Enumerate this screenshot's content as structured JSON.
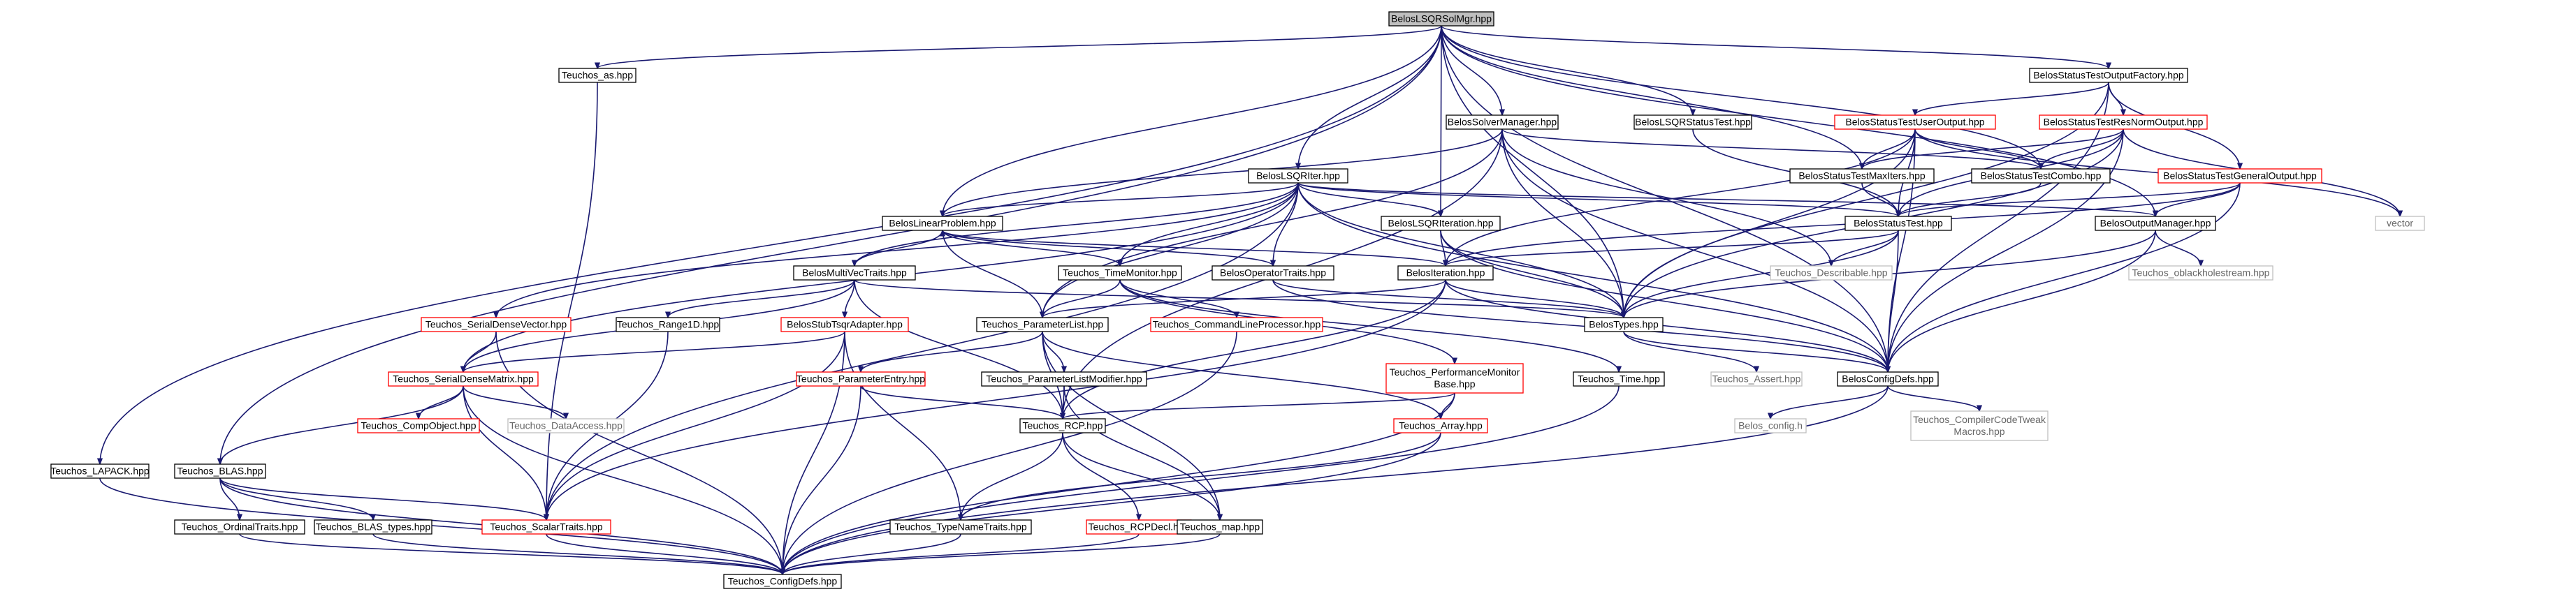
{
  "colors": {
    "edge": "#191970",
    "node_border": "#000000",
    "incomplete_border": "#ff0000",
    "external_border": "#bfbfbf",
    "root_fill": "#bfbfbf"
  },
  "nodes": [
    {
      "id": "root",
      "label": "BelosLSQRSolMgr.hpp",
      "style": "root"
    },
    {
      "id": "as",
      "label": "Teuchos_as.hpp",
      "style": "black"
    },
    {
      "id": "lapack",
      "label": "Teuchos_LAPACK.hpp",
      "style": "black"
    },
    {
      "id": "blas",
      "label": "Teuchos_BLAS.hpp",
      "style": "black"
    },
    {
      "id": "solvermgr",
      "label": "BelosSolverManager.hpp",
      "style": "black"
    },
    {
      "id": "lsqrstatus",
      "label": "BelosLSQRStatusTest.hpp",
      "style": "black"
    },
    {
      "id": "factory",
      "label": "BelosStatusTestOutputFactory.hpp",
      "style": "black"
    },
    {
      "id": "useroutput",
      "label": "BelosStatusTestUserOutput.hpp",
      "style": "red"
    },
    {
      "id": "resnorm",
      "label": "BelosStatusTestResNormOutput.hpp",
      "style": "red"
    },
    {
      "id": "lsqriter",
      "label": "BelosLSQRIter.hpp",
      "style": "black"
    },
    {
      "id": "maxiters",
      "label": "BelosStatusTestMaxIters.hpp",
      "style": "black"
    },
    {
      "id": "combo",
      "label": "BelosStatusTestCombo.hpp",
      "style": "black"
    },
    {
      "id": "generaloutput",
      "label": "BelosStatusTestGeneralOutput.hpp",
      "style": "red"
    },
    {
      "id": "linearproblem",
      "label": "BelosLinearProblem.hpp",
      "style": "black"
    },
    {
      "id": "lsqriteration",
      "label": "BelosLSQRIteration.hpp",
      "style": "black"
    },
    {
      "id": "statustest",
      "label": "BelosStatusTest.hpp",
      "style": "black"
    },
    {
      "id": "vector",
      "label": "vector",
      "style": "gray"
    },
    {
      "id": "outputmgr",
      "label": "BelosOutputManager.hpp",
      "style": "black"
    },
    {
      "id": "timemonitor",
      "label": "Teuchos_TimeMonitor.hpp",
      "style": "black"
    },
    {
      "id": "operatortraits",
      "label": "BelosOperatorTraits.hpp",
      "style": "black"
    },
    {
      "id": "multivectraits",
      "label": "BelosMultiVecTraits.hpp",
      "style": "black"
    },
    {
      "id": "iteration",
      "label": "BelosIteration.hpp",
      "style": "black"
    },
    {
      "id": "describable",
      "label": "Teuchos_Describable.hpp",
      "style": "gray"
    },
    {
      "id": "oblackhole",
      "label": "Teuchos_oblackholestream.hpp",
      "style": "gray"
    },
    {
      "id": "serialdensevector",
      "label": "Teuchos_SerialDenseVector.hpp",
      "style": "red"
    },
    {
      "id": "range1d",
      "label": "Teuchos_Range1D.hpp",
      "style": "black"
    },
    {
      "id": "stubtsqr",
      "label": "BelosStubTsqrAdapter.hpp",
      "style": "red"
    },
    {
      "id": "parameterlist",
      "label": "Teuchos_ParameterList.hpp",
      "style": "black"
    },
    {
      "id": "cmdline",
      "label": "Teuchos_CommandLineProcessor.hpp",
      "style": "red"
    },
    {
      "id": "belostypes",
      "label": "BelosTypes.hpp",
      "style": "black"
    },
    {
      "id": "serialdensematrix",
      "label": "Teuchos_SerialDenseMatrix.hpp",
      "style": "red"
    },
    {
      "id": "paramentry",
      "label": "Teuchos_ParameterEntry.hpp",
      "style": "red"
    },
    {
      "id": "parammodifier",
      "label": "Teuchos_ParameterListModifier.hpp",
      "style": "black"
    },
    {
      "id": "perfmonitor",
      "label": "Teuchos_PerformanceMonitor\nBase.hpp",
      "style": "red"
    },
    {
      "id": "time",
      "label": "Teuchos_Time.hpp",
      "style": "black"
    },
    {
      "id": "assert",
      "label": "Teuchos_Assert.hpp",
      "style": "gray"
    },
    {
      "id": "belosconfig",
      "label": "BelosConfigDefs.hpp",
      "style": "black"
    },
    {
      "id": "compobject",
      "label": "Teuchos_CompObject.hpp",
      "style": "red"
    },
    {
      "id": "dataaccess",
      "label": "Teuchos_DataAccess.hpp",
      "style": "gray"
    },
    {
      "id": "rcp",
      "label": "Teuchos_RCP.hpp",
      "style": "black"
    },
    {
      "id": "array",
      "label": "Teuchos_Array.hpp",
      "style": "red"
    },
    {
      "id": "belosconfigh",
      "label": "Belos_config.h",
      "style": "gray"
    },
    {
      "id": "compilertweak",
      "label": "Teuchos_CompilerCodeTweak\nMacros.hpp",
      "style": "gray"
    },
    {
      "id": "ordinaltraits",
      "label": "Teuchos_OrdinalTraits.hpp",
      "style": "black"
    },
    {
      "id": "blastypes",
      "label": "Teuchos_BLAS_types.hpp",
      "style": "black"
    },
    {
      "id": "scalartraits",
      "label": "Teuchos_ScalarTraits.hpp",
      "style": "red"
    },
    {
      "id": "typenametraits",
      "label": "Teuchos_TypeNameTraits.hpp",
      "style": "black"
    },
    {
      "id": "rcpdecl",
      "label": "Teuchos_RCPDecl.hpp",
      "style": "red"
    },
    {
      "id": "map",
      "label": "Teuchos_map.hpp",
      "style": "black"
    },
    {
      "id": "teuchosconfig",
      "label": "Teuchos_ConfigDefs.hpp",
      "style": "black"
    }
  ],
  "edges": [
    [
      "root",
      "as"
    ],
    [
      "root",
      "lapack"
    ],
    [
      "root",
      "blas"
    ],
    [
      "root",
      "solvermgr"
    ],
    [
      "root",
      "lsqrstatus"
    ],
    [
      "root",
      "factory"
    ],
    [
      "root",
      "lsqriter"
    ],
    [
      "root",
      "linearproblem"
    ],
    [
      "root",
      "lsqriteration"
    ],
    [
      "root",
      "maxiters"
    ],
    [
      "root",
      "combo"
    ],
    [
      "root",
      "belostypes"
    ],
    [
      "root",
      "belosconfig"
    ],
    [
      "root",
      "outputmgr"
    ],
    [
      "as",
      "scalartraits"
    ],
    [
      "lapack",
      "teuchosconfig"
    ],
    [
      "blas",
      "ordinaltraits"
    ],
    [
      "blas",
      "blastypes"
    ],
    [
      "blas",
      "scalartraits"
    ],
    [
      "blas",
      "teuchosconfig"
    ],
    [
      "solvermgr",
      "linearproblem"
    ],
    [
      "solvermgr",
      "combo"
    ],
    [
      "solvermgr",
      "describable"
    ],
    [
      "solvermgr",
      "belostypes"
    ],
    [
      "solvermgr",
      "belosconfig"
    ],
    [
      "solvermgr",
      "rcp"
    ],
    [
      "solvermgr",
      "parameterlist"
    ],
    [
      "lsqrstatus",
      "statustest"
    ],
    [
      "factory",
      "useroutput"
    ],
    [
      "factory",
      "resnorm"
    ],
    [
      "factory",
      "generaloutput"
    ],
    [
      "factory",
      "belostypes"
    ],
    [
      "factory",
      "belosconfig"
    ],
    [
      "useroutput",
      "iteration"
    ],
    [
      "useroutput",
      "maxiters"
    ],
    [
      "useroutput",
      "combo"
    ],
    [
      "useroutput",
      "statustest"
    ],
    [
      "useroutput",
      "vector"
    ],
    [
      "useroutput",
      "belosconfig"
    ],
    [
      "useroutput",
      "belostypes"
    ],
    [
      "resnorm",
      "maxiters"
    ],
    [
      "resnorm",
      "combo"
    ],
    [
      "resnorm",
      "statustest"
    ],
    [
      "resnorm",
      "vector"
    ],
    [
      "resnorm",
      "belosconfig"
    ],
    [
      "resnorm",
      "belostypes"
    ],
    [
      "generaloutput",
      "statustest"
    ],
    [
      "generaloutput",
      "outputmgr"
    ],
    [
      "generaloutput",
      "iteration"
    ],
    [
      "generaloutput",
      "belosconfig"
    ],
    [
      "lsqriter",
      "linearproblem"
    ],
    [
      "lsqriter",
      "lsqriteration"
    ],
    [
      "lsqriter",
      "statustest"
    ],
    [
      "lsqriter",
      "outputmgr"
    ],
    [
      "lsqriter",
      "timemonitor"
    ],
    [
      "lsqriter",
      "operatortraits"
    ],
    [
      "lsqriter",
      "multivectraits"
    ],
    [
      "lsqriter",
      "serialdensevector"
    ],
    [
      "lsqriter",
      "serialdensematrix"
    ],
    [
      "lsqriter",
      "scalartraits"
    ],
    [
      "lsqriter",
      "parameterlist"
    ],
    [
      "lsqriter",
      "belostypes"
    ],
    [
      "lsqriter",
      "belosconfig"
    ],
    [
      "maxiters",
      "statustest"
    ],
    [
      "combo",
      "statustest"
    ],
    [
      "linearproblem",
      "multivectraits"
    ],
    [
      "linearproblem",
      "operatortraits"
    ],
    [
      "linearproblem",
      "timemonitor"
    ],
    [
      "linearproblem",
      "parameterlist"
    ],
    [
      "lsqriteration",
      "iteration"
    ],
    [
      "lsqriteration",
      "belostypes"
    ],
    [
      "lsqriteration",
      "belosconfig"
    ],
    [
      "statustest",
      "iteration"
    ],
    [
      "statustest",
      "describable"
    ],
    [
      "statustest",
      "belostypes"
    ],
    [
      "statustest",
      "belosconfig"
    ],
    [
      "outputmgr",
      "oblackhole"
    ],
    [
      "outputmgr",
      "belostypes"
    ],
    [
      "outputmgr",
      "belosconfig"
    ],
    [
      "timemonitor",
      "parameterlist"
    ],
    [
      "timemonitor",
      "cmdline"
    ],
    [
      "timemonitor",
      "perfmonitor"
    ],
    [
      "timemonitor",
      "time"
    ],
    [
      "operatortraits",
      "belostypes"
    ],
    [
      "operatortraits",
      "belosconfig"
    ],
    [
      "multivectraits",
      "range1d"
    ],
    [
      "multivectraits",
      "stubtsqr"
    ],
    [
      "multivectraits",
      "serialdensematrix"
    ],
    [
      "multivectraits",
      "belostypes"
    ],
    [
      "multivectraits",
      "rcp"
    ],
    [
      "iteration",
      "linearproblem"
    ],
    [
      "iteration",
      "parameterlist"
    ],
    [
      "iteration",
      "belostypes"
    ],
    [
      "iteration",
      "belosconfig"
    ],
    [
      "iteration",
      "rcp"
    ],
    [
      "iteration",
      "scalartraits"
    ],
    [
      "serialdensevector",
      "serialdensematrix"
    ],
    [
      "serialdensevector",
      "teuchosconfig"
    ],
    [
      "range1d",
      "scalartraits"
    ],
    [
      "stubtsqr",
      "serialdensematrix"
    ],
    [
      "stubtsqr",
      "scalartraits"
    ],
    [
      "stubtsqr",
      "typenametraits"
    ],
    [
      "stubtsqr",
      "teuchosconfig"
    ],
    [
      "parameterlist",
      "paramentry"
    ],
    [
      "parameterlist",
      "parammodifier"
    ],
    [
      "parameterlist",
      "rcp"
    ],
    [
      "parameterlist",
      "array"
    ],
    [
      "parameterlist",
      "map"
    ],
    [
      "cmdline",
      "teuchosconfig"
    ],
    [
      "belostypes",
      "assert"
    ],
    [
      "belostypes",
      "belosconfig"
    ],
    [
      "serialdensematrix",
      "compobject"
    ],
    [
      "serialdensematrix",
      "dataaccess"
    ],
    [
      "serialdensematrix",
      "blas"
    ],
    [
      "serialdensematrix",
      "scalartraits"
    ],
    [
      "serialdensematrix",
      "teuchosconfig"
    ],
    [
      "paramentry",
      "rcp"
    ],
    [
      "paramentry",
      "teuchosconfig"
    ],
    [
      "parammodifier",
      "rcp"
    ],
    [
      "parammodifier",
      "map"
    ],
    [
      "perfmonitor",
      "rcp"
    ],
    [
      "perfmonitor",
      "array"
    ],
    [
      "perfmonitor",
      "teuchosconfig"
    ],
    [
      "time",
      "teuchosconfig"
    ],
    [
      "belosconfig",
      "belosconfigh"
    ],
    [
      "belosconfig",
      "compilertweak"
    ],
    [
      "belosconfig",
      "teuchosconfig"
    ],
    [
      "rcp",
      "typenametraits"
    ],
    [
      "rcp",
      "rcpdecl"
    ],
    [
      "rcp",
      "map"
    ],
    [
      "array",
      "typenametraits"
    ],
    [
      "array",
      "teuchosconfig"
    ],
    [
      "ordinaltraits",
      "teuchosconfig"
    ],
    [
      "blastypes",
      "teuchosconfig"
    ],
    [
      "scalartraits",
      "teuchosconfig"
    ],
    [
      "rcpdecl",
      "teuchosconfig"
    ],
    [
      "map",
      "teuchosconfig"
    ],
    [
      "typenametraits",
      "teuchosconfig"
    ]
  ]
}
